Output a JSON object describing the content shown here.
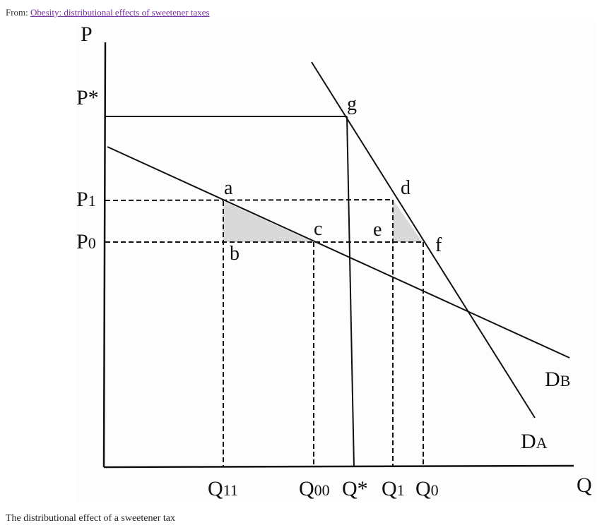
{
  "header": {
    "from_label": "From:",
    "source_link": "Obesity: distributional effects of sweetener taxes"
  },
  "caption": "The distributional effect of a sweetener tax",
  "diagram": {
    "axis_labels": {
      "y": "P",
      "x": "Q"
    },
    "price_labels": {
      "p_star": "P*",
      "p1_main": "P",
      "p1_sub": "1",
      "p0_main": "P",
      "p0_sub": "0"
    },
    "quantity_labels": {
      "q11_main": "Q",
      "q11_sub": "11",
      "q00_main": "Q",
      "q00_sub": "00",
      "q_star": "Q*",
      "q1_main": "Q",
      "q1_sub": "1",
      "q0_main": "Q",
      "q0_sub": "0"
    },
    "point_labels": {
      "a": "a",
      "b": "b",
      "c": "c",
      "d": "d",
      "e": "e",
      "f": "f",
      "g": "g"
    },
    "curve_labels": {
      "db_main": "D",
      "db_sub": "B",
      "da_main": "D",
      "da_sub": "A"
    },
    "colors": {
      "shaded": "#d9d9d9",
      "line": "#111111"
    }
  }
}
